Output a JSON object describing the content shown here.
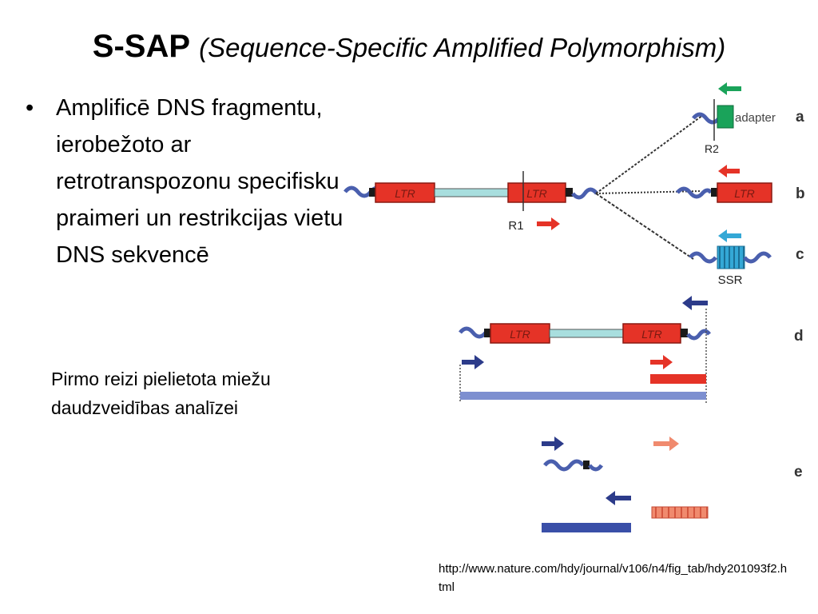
{
  "slide": {
    "title_main": "S-SAP",
    "title_sub": "(Sequence-Specific Amplified Polymorphism)",
    "bullets": [
      "Amplificē DNS fragmentu, ierobežoto ar retrotranspozonu specifisku praimeri un restrikcijas vietu DNS sekvencē"
    ],
    "note": "Pirmo reizi pielietota miežu daudzveidības analīzei",
    "source": "http://www.nature.com/hdy/journal/v106/n4/fig_tab/hdy201093f2.html"
  },
  "diagram": {
    "ltr": "LTR",
    "r1": "R1",
    "r2": "R2",
    "adapter": "adapter",
    "ssr": "SSR",
    "panel_labels": [
      "a",
      "b",
      "c",
      "d",
      "e"
    ]
  },
  "colors": {
    "ltr_red": "#e53327",
    "dna_blue": "#4a5fae",
    "adapter_green": "#1aa35a",
    "ssr_cyan": "#34a8d6",
    "primer_navy": "#2c3b8a",
    "primer_salmon": "#f08a6e",
    "body_teal": "#a8dede"
  }
}
